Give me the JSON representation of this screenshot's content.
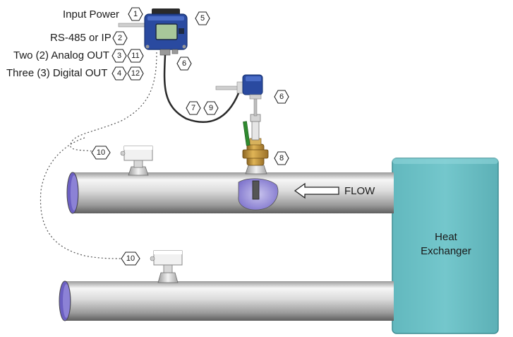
{
  "labels": {
    "input_power": "Input Power",
    "rs485": "RS-485 or IP",
    "analog_out": "Two (2) Analog OUT",
    "digital_out": "Three (3) Digital OUT",
    "flow": "FLOW",
    "heat_exchanger_line1": "Heat",
    "heat_exchanger_line2": "Exchanger"
  },
  "callouts": {
    "c1": "1",
    "c2": "2",
    "c3": "3",
    "c11": "11",
    "c4": "4",
    "c12": "12",
    "c5": "5",
    "c6_cable": "6",
    "c6_sensor": "6",
    "c7": "7",
    "c9": "9",
    "c8": "8",
    "c10_upper": "10",
    "c10_lower": "10"
  },
  "colors": {
    "pipe_light": "#f4f4f4",
    "pipe_dark": "#6a6a6a",
    "pipe_end": "#6b5fc2",
    "heat_exchanger": "#6cc1c7",
    "transmitter_blue": "#2a4aa0",
    "display_green": "#a8c79a",
    "valve_brass": "#c79a3a",
    "valve_handle": "#2f8a2f"
  },
  "icons": {
    "transmitter": "flow-transmitter-icon",
    "sensor_head": "sensor-head-icon",
    "temp_sensor": "temperature-sensor-icon",
    "valve": "ball-valve-icon",
    "arrow": "flow-arrow-icon"
  }
}
